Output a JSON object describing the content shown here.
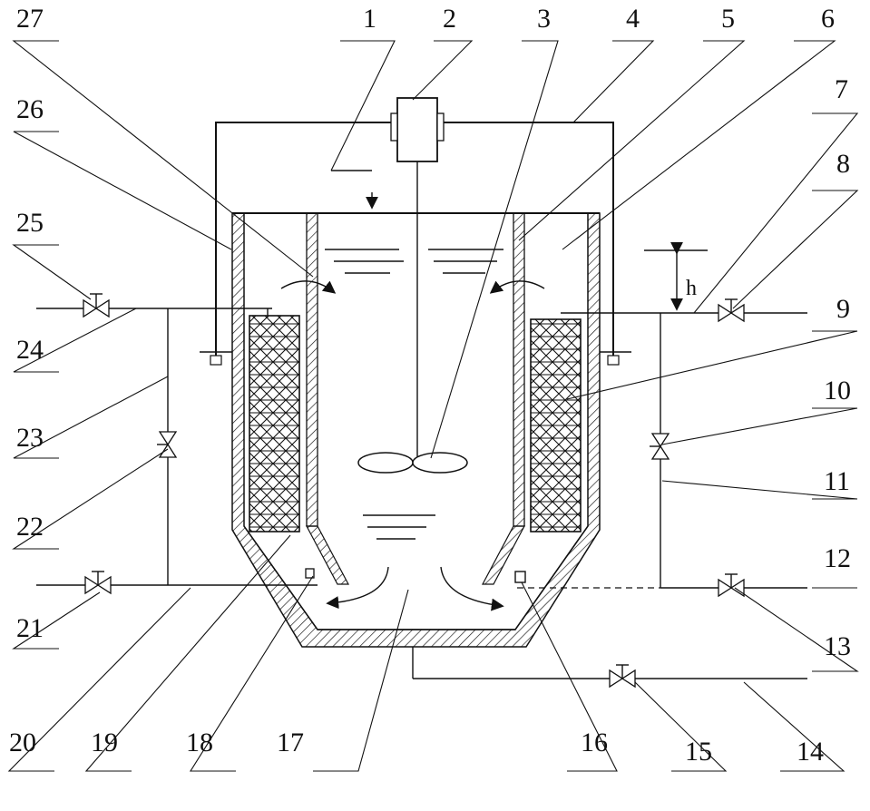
{
  "figure": {
    "caption": "",
    "h_label": "h",
    "callouts": [
      {
        "id": "1",
        "text": "1"
      },
      {
        "id": "2",
        "text": "2"
      },
      {
        "id": "3",
        "text": "3"
      },
      {
        "id": "4",
        "text": "4"
      },
      {
        "id": "5",
        "text": "5"
      },
      {
        "id": "6",
        "text": "6"
      },
      {
        "id": "7",
        "text": "7"
      },
      {
        "id": "8",
        "text": "8"
      },
      {
        "id": "9",
        "text": "9"
      },
      {
        "id": "10",
        "text": "10"
      },
      {
        "id": "11",
        "text": "11"
      },
      {
        "id": "12",
        "text": "12"
      },
      {
        "id": "13",
        "text": "13"
      },
      {
        "id": "14",
        "text": "14"
      },
      {
        "id": "15",
        "text": "15"
      },
      {
        "id": "16",
        "text": "16"
      },
      {
        "id": "17",
        "text": "17"
      },
      {
        "id": "18",
        "text": "18"
      },
      {
        "id": "19",
        "text": "19"
      },
      {
        "id": "20",
        "text": "20"
      },
      {
        "id": "21",
        "text": "21"
      },
      {
        "id": "22",
        "text": "22"
      },
      {
        "id": "23",
        "text": "23"
      },
      {
        "id": "24",
        "text": "24"
      },
      {
        "id": "25",
        "text": "25"
      },
      {
        "id": "26",
        "text": "26"
      },
      {
        "id": "27",
        "text": "27"
      }
    ]
  }
}
